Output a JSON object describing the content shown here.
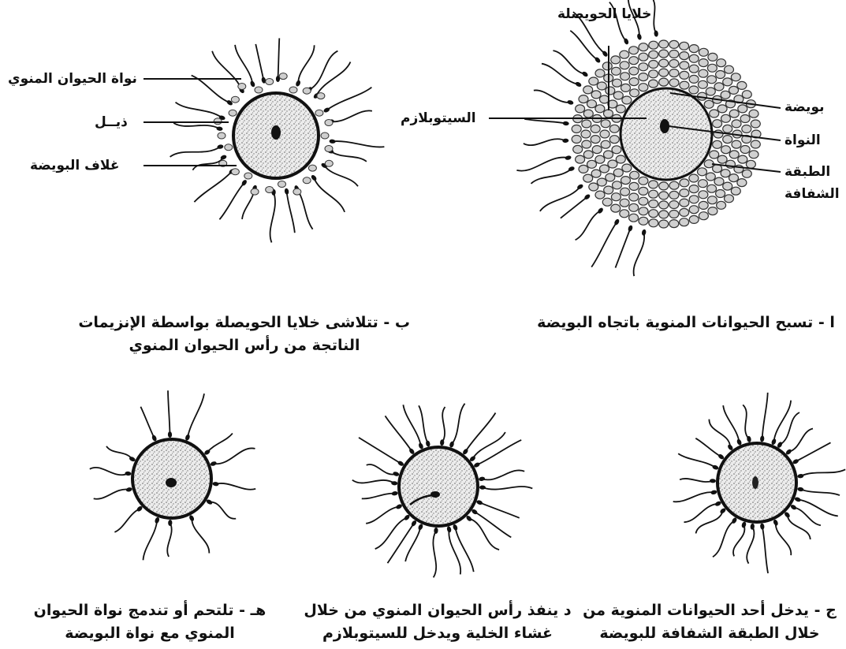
{
  "panel_a": {
    "labels": {
      "follicle_cells": "خلايا الحويصلة",
      "ovum": "بويضة",
      "cytoplasm": "السيتوبلازم",
      "nucleus": "النواة",
      "zona_line1": "الطبقة",
      "zona_line2": "الشفافة"
    },
    "caption": [
      "ا - تسبح الحيوانات المنوية باتجاه البويضة"
    ]
  },
  "panel_b": {
    "labels": {
      "sperm_nucleus": "نواة الحيوان المنوي",
      "tail": "ذيــل",
      "egg_envelope": "غلاف البويضة"
    },
    "caption": [
      "ب - تتلاشى خلايا الحويصلة بواسطة الإنزيمات",
      "الناتجة من رأس الحيوان المنوي"
    ]
  },
  "panel_c": {
    "caption": [
      "ج - يدخل أحد الحيوانات المنوية من",
      "خلال الطبقة الشفافة للبويضة"
    ]
  },
  "panel_d": {
    "caption": [
      "د ينفذ رأس الحيوان المنوي من خلال",
      "غشاء الخلية ويدخل للسيتوبلازم"
    ]
  },
  "panel_e": {
    "caption": [
      "هـ - تلتحم أو تندمج نواة الحيوان",
      "المنوي مع نواة البويضة"
    ]
  },
  "colors": {
    "ink": "#111111",
    "stipple": "#555555",
    "cell_fill": "#d8d8d8",
    "egg_fill": "#e9e9e9"
  }
}
